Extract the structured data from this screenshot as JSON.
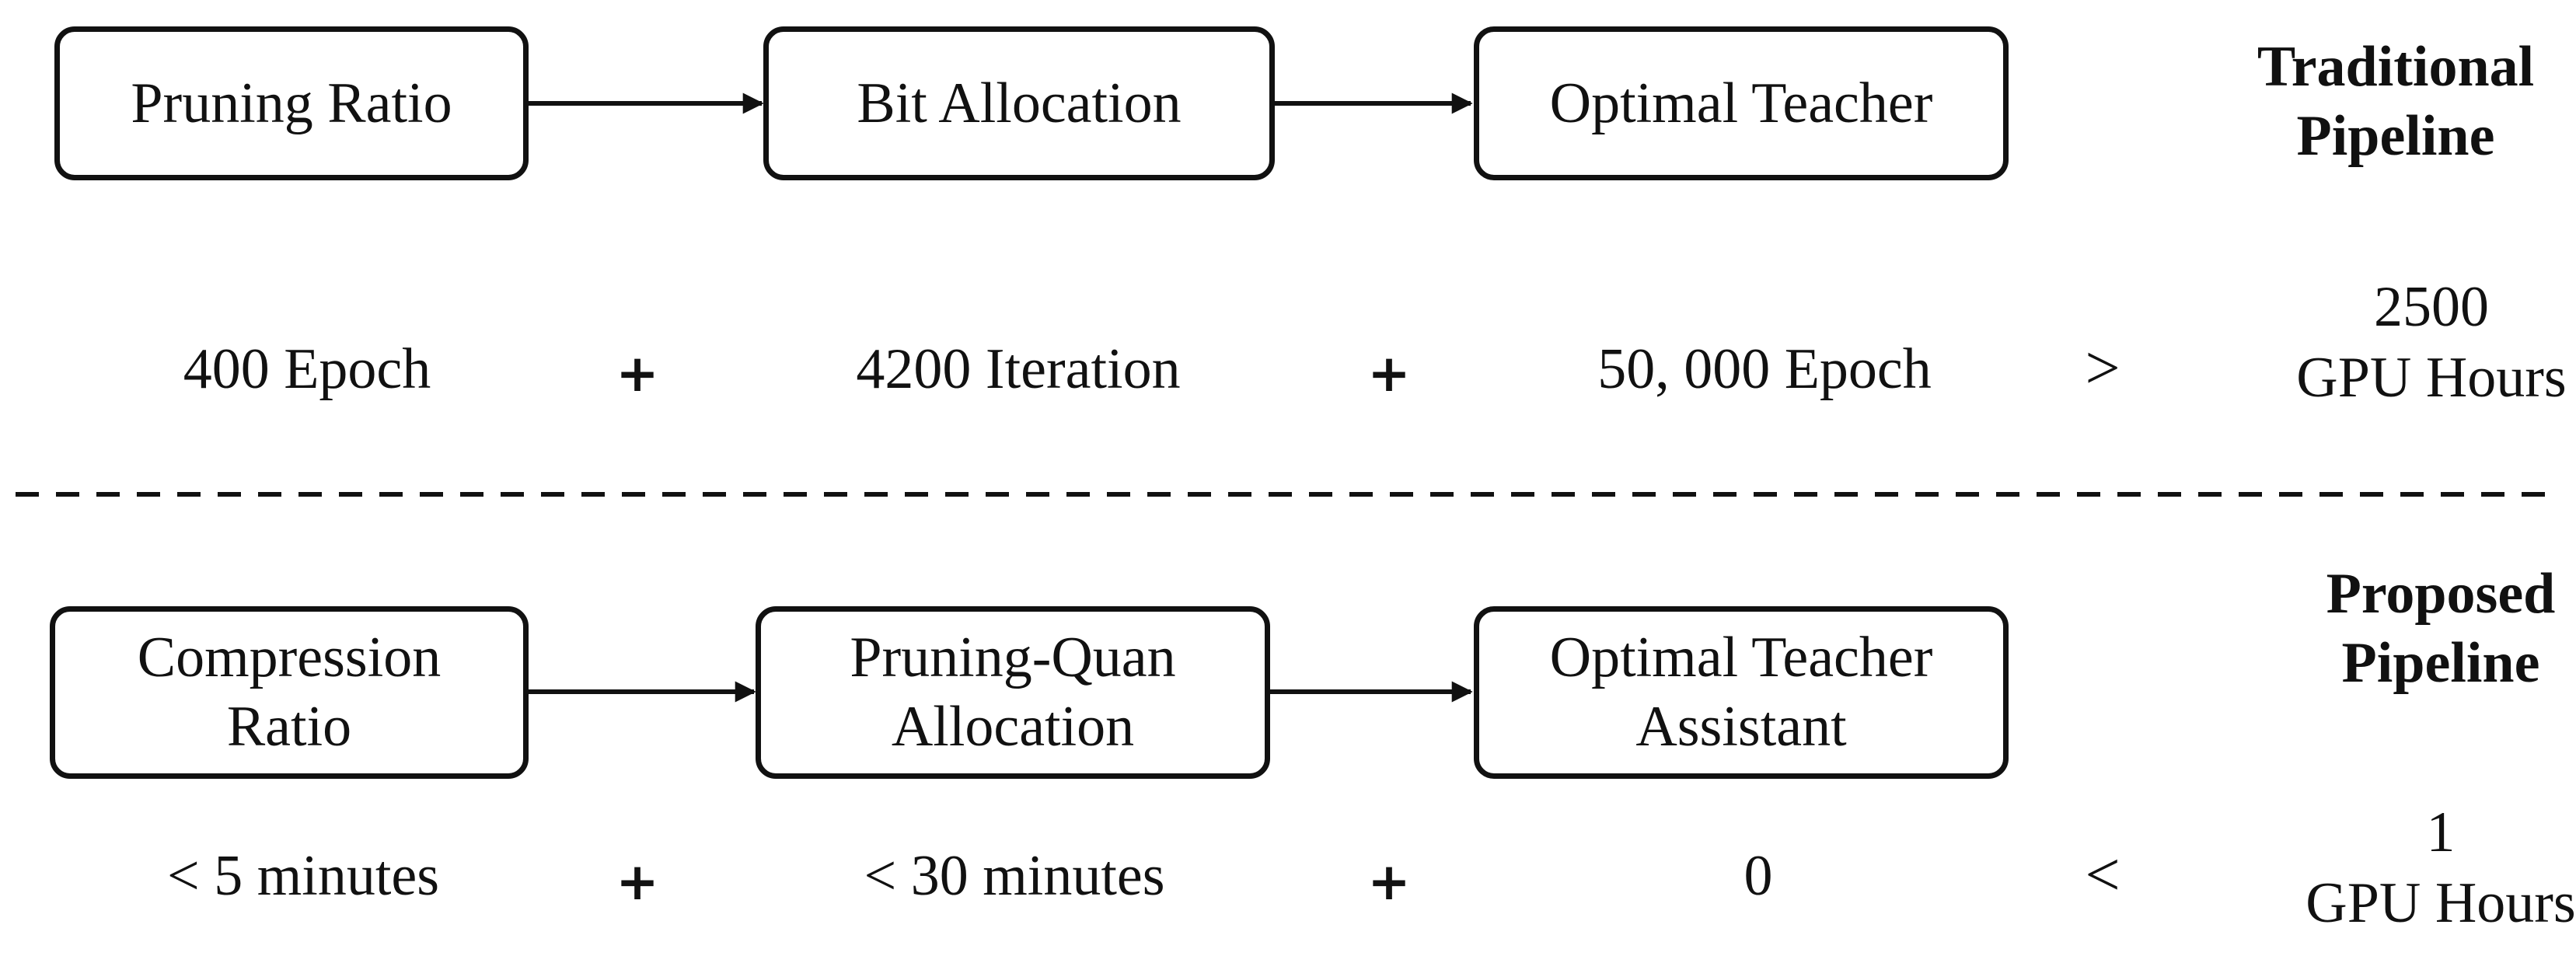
{
  "traditional": {
    "title_line1": "Traditional",
    "title_line2": "Pipeline",
    "box1": "Pruning Ratio",
    "box2": "Bit Allocation",
    "box3": "Optimal Teacher",
    "cost1": "400 Epoch",
    "plus1": "+",
    "cost2": "4200 Iteration",
    "plus2": "+",
    "cost3": "50, 000 Epoch",
    "comparator": ">",
    "total_line1": "2500",
    "total_line2": "GPU Hours"
  },
  "proposed": {
    "title_line1": "Proposed",
    "title_line2": "Pipeline",
    "box1_line1": "Compression",
    "box1_line2": "Ratio",
    "box2_line1": "Pruning-Quan",
    "box2_line2": "Allocation",
    "box3_line1": "Optimal Teacher",
    "box3_line2": "Assistant",
    "cost1": "< 5 minutes",
    "plus1": "+",
    "cost2": "< 30 minutes",
    "plus2": "+",
    "cost3": "0",
    "comparator": "<",
    "total_line1": "1",
    "total_line2": "GPU Hours"
  },
  "colors": {
    "stroke": "#111111",
    "background": "#ffffff"
  }
}
